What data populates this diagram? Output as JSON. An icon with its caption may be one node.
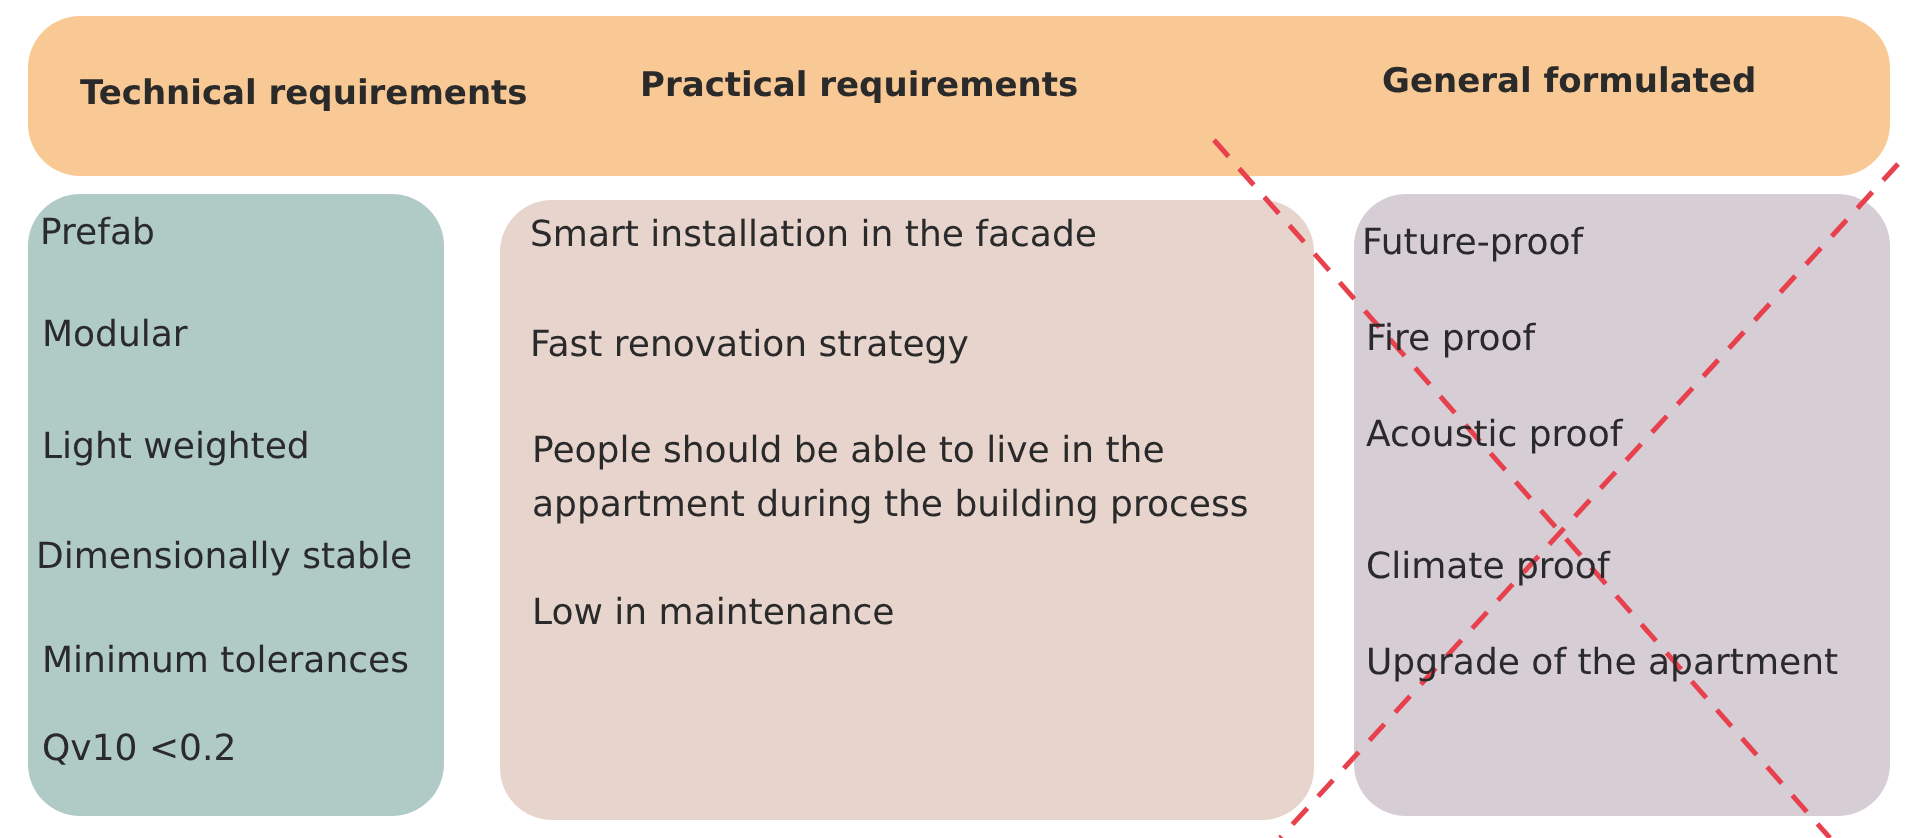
{
  "diagram": {
    "nodes": [
      {
        "text": [
          "Technical requirements",
          "Practical requirements",
          "General formulated"
        ]
      },
      {
        "text": [
          "Prefab",
          "Modular",
          "Light weighted",
          "Dimensionally stable",
          "Minimum tolerances",
          "Qv10 <0.2"
        ]
      },
      {
        "text": [
          "Smart installation in the facade",
          "Fast renovation strategy",
          "People should be able to live in the appartment during the building process",
          "Low in maintenance"
        ]
      },
      {
        "text": [
          "Future-proof",
          "Fire proof",
          "Acoustic proof",
          "Climate proof",
          "Upgrade of the apartment"
        ]
      }
    ],
    "edges": []
  }
}
